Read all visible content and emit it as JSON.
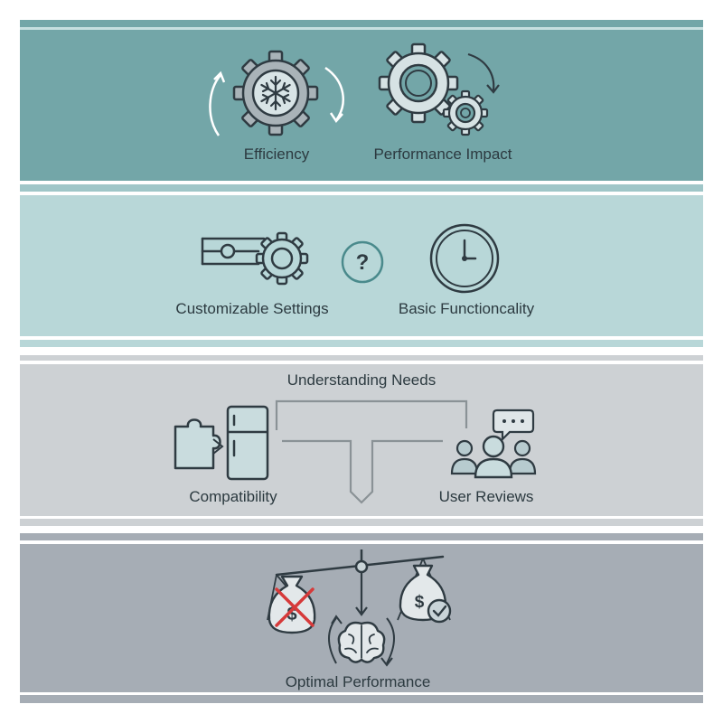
{
  "colors": {
    "band1": "#73a6a8",
    "band2": "#b8d7d8",
    "band3": "#cdd1d4",
    "band4": "#a6adb5",
    "line": "#2f3b42",
    "icon_fill": "#c9d9dc",
    "accent_red": "#d63a3a"
  },
  "sections": [
    {
      "items": [
        {
          "label": "Efficiency",
          "icon": "snowflake-gear-cycle-icon"
        },
        {
          "label": "Performance Impact",
          "icon": "gears-cycle-icon"
        }
      ]
    },
    {
      "items": [
        {
          "label": "Customizable Settings",
          "icon": "slider-gear-icon"
        },
        {
          "label": "",
          "icon": "question-mark-icon"
        },
        {
          "label": "Basic Functioncality",
          "icon": "clock-icon"
        }
      ]
    },
    {
      "title": "Understanding Needs",
      "items": [
        {
          "label": "Compatibility",
          "icon": "puzzle-fridge-icon"
        },
        {
          "label": "User Reviews",
          "icon": "people-chat-icon"
        }
      ]
    },
    {
      "items": [
        {
          "label": "Optimal Performance",
          "icon": "balance-scale-brain-icon"
        }
      ]
    }
  ]
}
